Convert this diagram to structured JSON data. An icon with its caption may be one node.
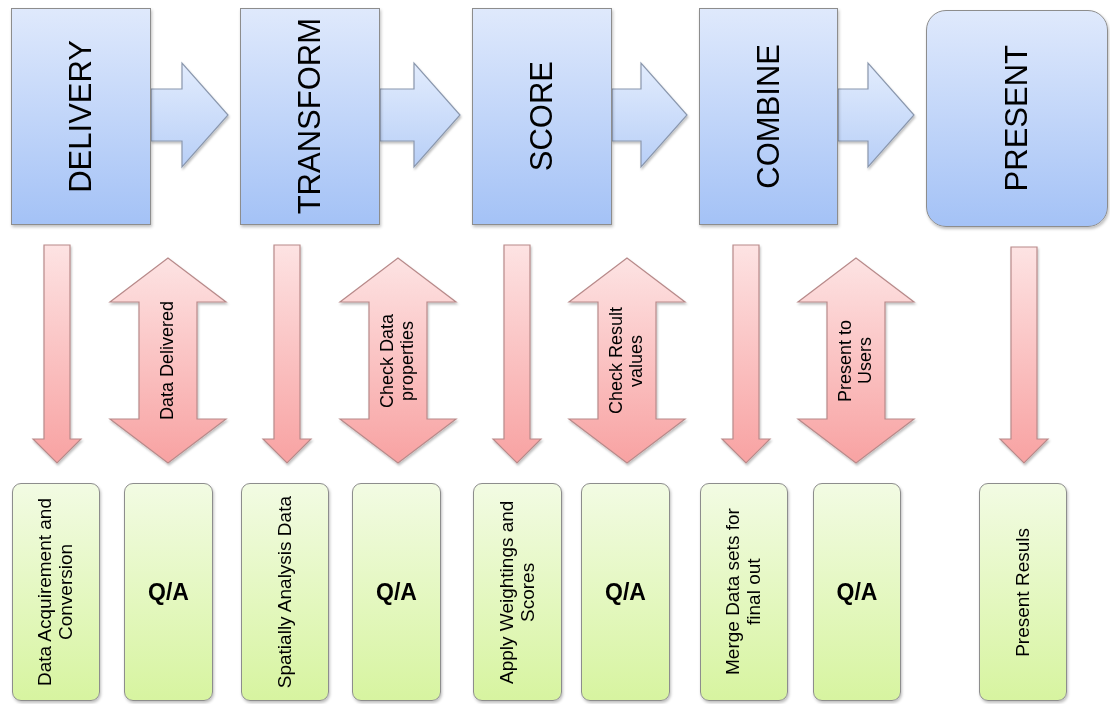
{
  "diagram": {
    "nodes": [
      {
        "text": [
          "DELIVERY"
        ]
      },
      {
        "text": [
          "TRANSFORM"
        ]
      },
      {
        "text": [
          "SCORE"
        ]
      },
      {
        "text": [
          "COMBINE"
        ]
      },
      {
        "text": [
          "PRESENT"
        ]
      },
      {
        "text": [
          "Data Acquirement and Conversion"
        ]
      },
      {
        "text": [
          "Q/A"
        ]
      },
      {
        "text": [
          "Spatially Analysis Data"
        ]
      },
      {
        "text": [
          "Q/A"
        ]
      },
      {
        "text": [
          "Apply Weightings and Scores"
        ]
      },
      {
        "text": [
          "Q/A"
        ]
      },
      {
        "text": [
          "Merge Data sets for final out"
        ]
      },
      {
        "text": [
          "Q/A"
        ]
      },
      {
        "text": [
          "Present Resuls"
        ]
      }
    ],
    "edges": [
      {
        "from": 0,
        "to": 1,
        "arrow": "to",
        "color": "#b8cff7"
      },
      {
        "from": 1,
        "to": 2,
        "arrow": "to",
        "color": "#b8cff7"
      },
      {
        "from": 2,
        "to": 3,
        "arrow": "to",
        "color": "#b8cff7"
      },
      {
        "from": 3,
        "to": 4,
        "arrow": "to",
        "color": "#b8cff7"
      },
      {
        "from": 0,
        "to": 5,
        "arrow": "to"
      },
      {
        "from": null,
        "to": 6,
        "arrow": "both",
        "label": "Data Delivered"
      },
      {
        "from": 1,
        "to": 7,
        "arrow": "to"
      },
      {
        "from": null,
        "to": 8,
        "arrow": "both",
        "label": "Check Data properties"
      },
      {
        "from": 2,
        "to": 9,
        "arrow": "to"
      },
      {
        "from": null,
        "to": 10,
        "arrow": "both",
        "label": "Check Result values"
      },
      {
        "from": 3,
        "to": 11,
        "arrow": "to"
      },
      {
        "from": null,
        "to": 12,
        "arrow": "both",
        "label": "Present to Users"
      },
      {
        "from": 4,
        "to": 13,
        "arrow": "to"
      }
    ]
  }
}
